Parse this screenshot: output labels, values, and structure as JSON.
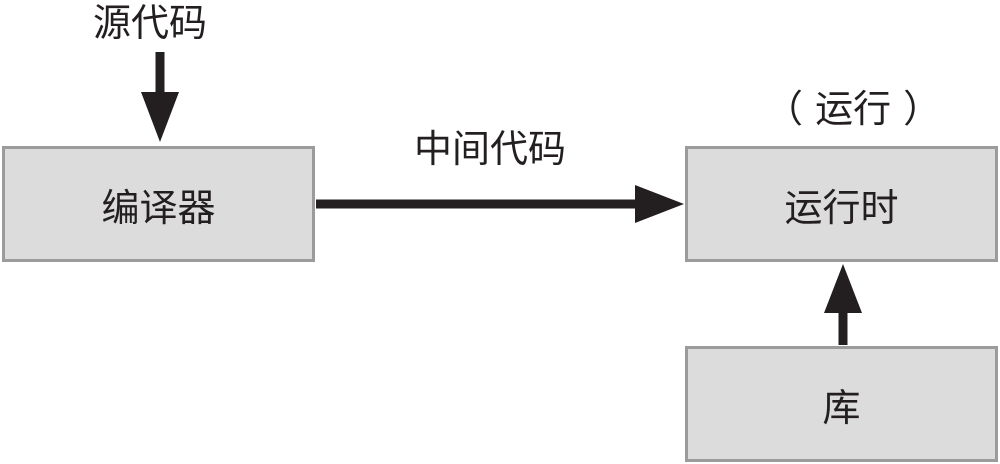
{
  "nodes": {
    "compiler": "编译器",
    "runtime": "运行时",
    "library": "库"
  },
  "labels": {
    "source_code": "源代码",
    "intermediate_code": "中间代码",
    "run": "（ 运行 ）"
  },
  "colors": {
    "box_fill": "#dcdcdc",
    "box_border": "#9b9b9b",
    "arrow": "#231f20"
  }
}
